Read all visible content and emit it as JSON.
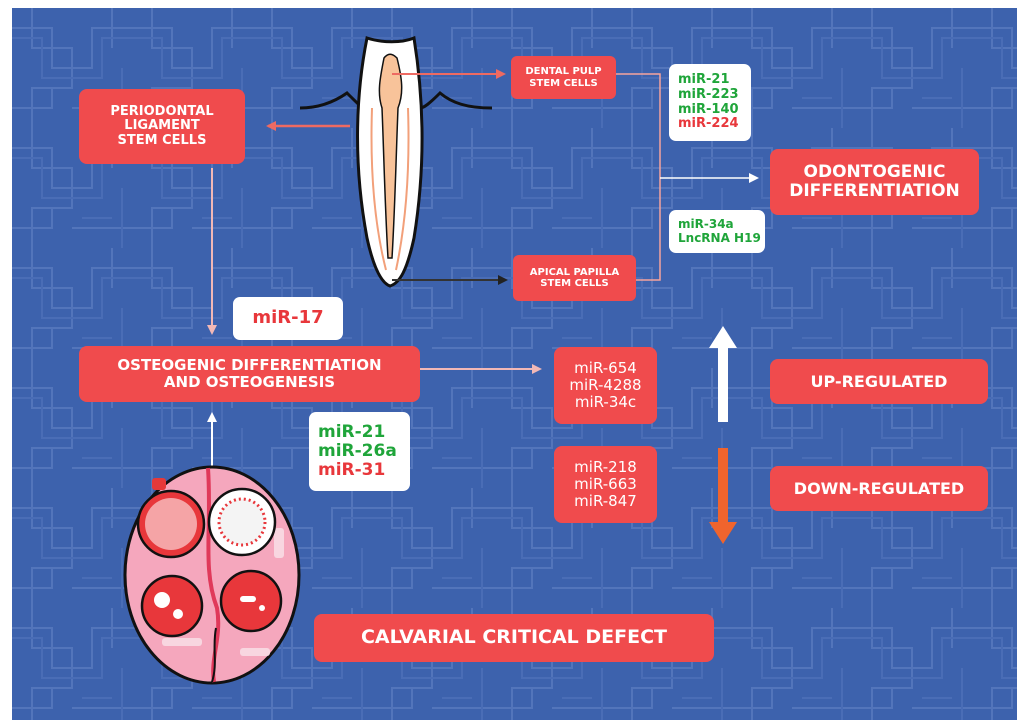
{
  "nodes": {
    "pdl": [
      "PERIODONTAL",
      "LIGAMENT",
      "STEM CELLS"
    ],
    "dental_pulp": [
      "DENTAL PULP",
      "STEM CELLS"
    ],
    "apical_papilla": [
      "APICAL PAPILLA",
      "STEM CELLS"
    ],
    "odontogenic": [
      "ODONTOGENIC",
      "DIFFERENTIATION"
    ],
    "osteogenic": [
      "OSTEOGENIC DIFFERENTIATION",
      "AND OSTEOGENESIS"
    ],
    "calvarial": "CALVARIAL CRITICAL DEFECT",
    "up_regulated": "UP-REGULATED",
    "down_regulated": "DOWN-REGULATED"
  },
  "mirna": {
    "pulp_list": [
      {
        "text": "miR-21",
        "color": "green"
      },
      {
        "text": "miR-223",
        "color": "green"
      },
      {
        "text": "miR-140",
        "color": "green"
      },
      {
        "text": "miR-224",
        "color": "red"
      }
    ],
    "papilla_list": [
      {
        "text": "miR-34a",
        "color": "green"
      },
      {
        "text": "LncRNA H19",
        "color": "green"
      }
    ],
    "mir17": "miR-17",
    "osteo_list": [
      {
        "text": "miR-21",
        "color": "green"
      },
      {
        "text": "miR-26a",
        "color": "green"
      },
      {
        "text": "miR-31",
        "color": "red"
      }
    ],
    "up_list": [
      "miR-654",
      "miR-4288",
      "miR-34c"
    ],
    "down_list": [
      "miR-218",
      "miR-663",
      "miR-847"
    ]
  },
  "colors": {
    "background": "#3d62ad",
    "box": "#f04b4d",
    "green": "#1fa53a",
    "red": "#e8373b",
    "up_arrow": "#ffffff",
    "down_arrow": "#f0642d"
  }
}
